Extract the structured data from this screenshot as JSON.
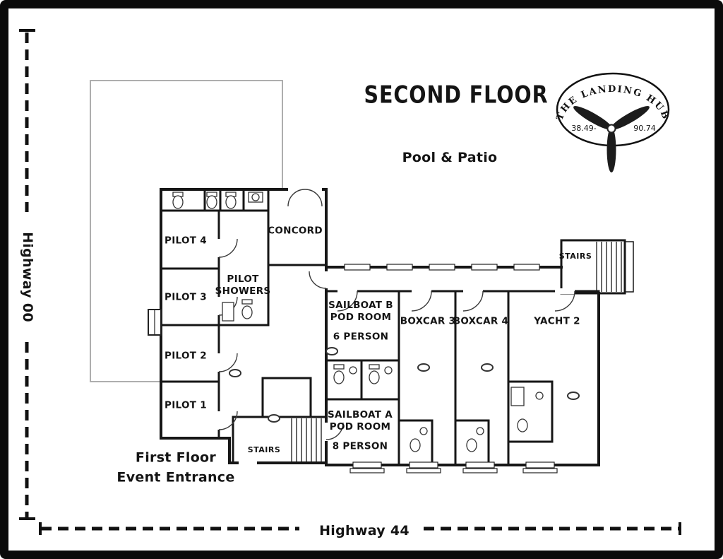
{
  "header": {
    "title": "SECOND FLOOR",
    "area_label": "Pool & Patio"
  },
  "logo": {
    "brand": "THE LANDING HUB",
    "lat": "38.49-",
    "lon": "90.74"
  },
  "roads": {
    "left": "Highway 00",
    "bottom": "Highway 44"
  },
  "entrance": {
    "note": "First Floor\nEvent Entrance"
  },
  "rooms": {
    "pilot4": "PILOT 4",
    "pilot3": "PILOT 3",
    "pilot2": "PILOT 2",
    "pilot1": "PILOT 1",
    "concord": "CONCORD",
    "pilot_showers": "PILOT\nSHOWERS",
    "sailboat_b": "SAILBOAT B\nPOD ROOM",
    "sailboat_b_capacity": "6 PERSON",
    "sailboat_a": "SAILBOAT A\nPOD ROOM",
    "sailboat_a_capacity": "8 PERSON",
    "boxcar3": "BOXCAR 3",
    "boxcar4": "BOXCAR 4",
    "yacht2": "YACHT 2",
    "stairs_upper": "STAIRS",
    "stairs_lower": "STAIRS"
  }
}
